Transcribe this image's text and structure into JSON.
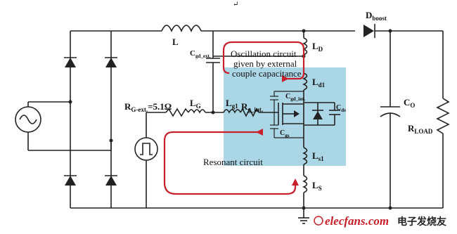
{
  "top_mark": "↵",
  "labels": {
    "inductor_L": "L",
    "diode_D": "D",
    "diode_D_sub": "boost",
    "L_D": "L",
    "L_D_sub": "D",
    "Cgd_ext": "C",
    "Cgd_ext_sub": "gd_ext.",
    "L_d1": "L",
    "L_d1_sub": "d1",
    "Cgd_int": "C",
    "Cgd_int_sub": "gd_int.",
    "C_ds": "C",
    "C_ds_sub": "ds",
    "C_gs": "C",
    "C_gs_sub": "gs",
    "R_G_ext": "R",
    "R_G_ext_sub": "G-ext.",
    "R_G_ext_value": "=5.1Ω",
    "L_G": "L",
    "L_G_sub": "G",
    "L_g1": "L",
    "L_g1_sub": "g1",
    "R_g_int": "R",
    "R_g_int_sub": "g_int.",
    "L_s1": "L",
    "L_s1_sub": "s1",
    "L_S": "L",
    "L_S_sub": "S",
    "C_O": "C",
    "C_O_sub": "O",
    "R_LOAD": "R",
    "R_LOAD_sub": "LOAD"
  },
  "annotations": {
    "oscillation_line1": "Oscillation circuit",
    "oscillation_line2": "given by external",
    "oscillation_line3": "couple capacitance",
    "resonant": "Resonant circuit"
  },
  "watermark": {
    "site": "elecfans.com",
    "cn": "电子发烧友"
  },
  "colors": {
    "highlight_box": "#9ccfe0",
    "loop": "#c8202a",
    "wire": "#222222",
    "watermark": "#c8202a"
  }
}
